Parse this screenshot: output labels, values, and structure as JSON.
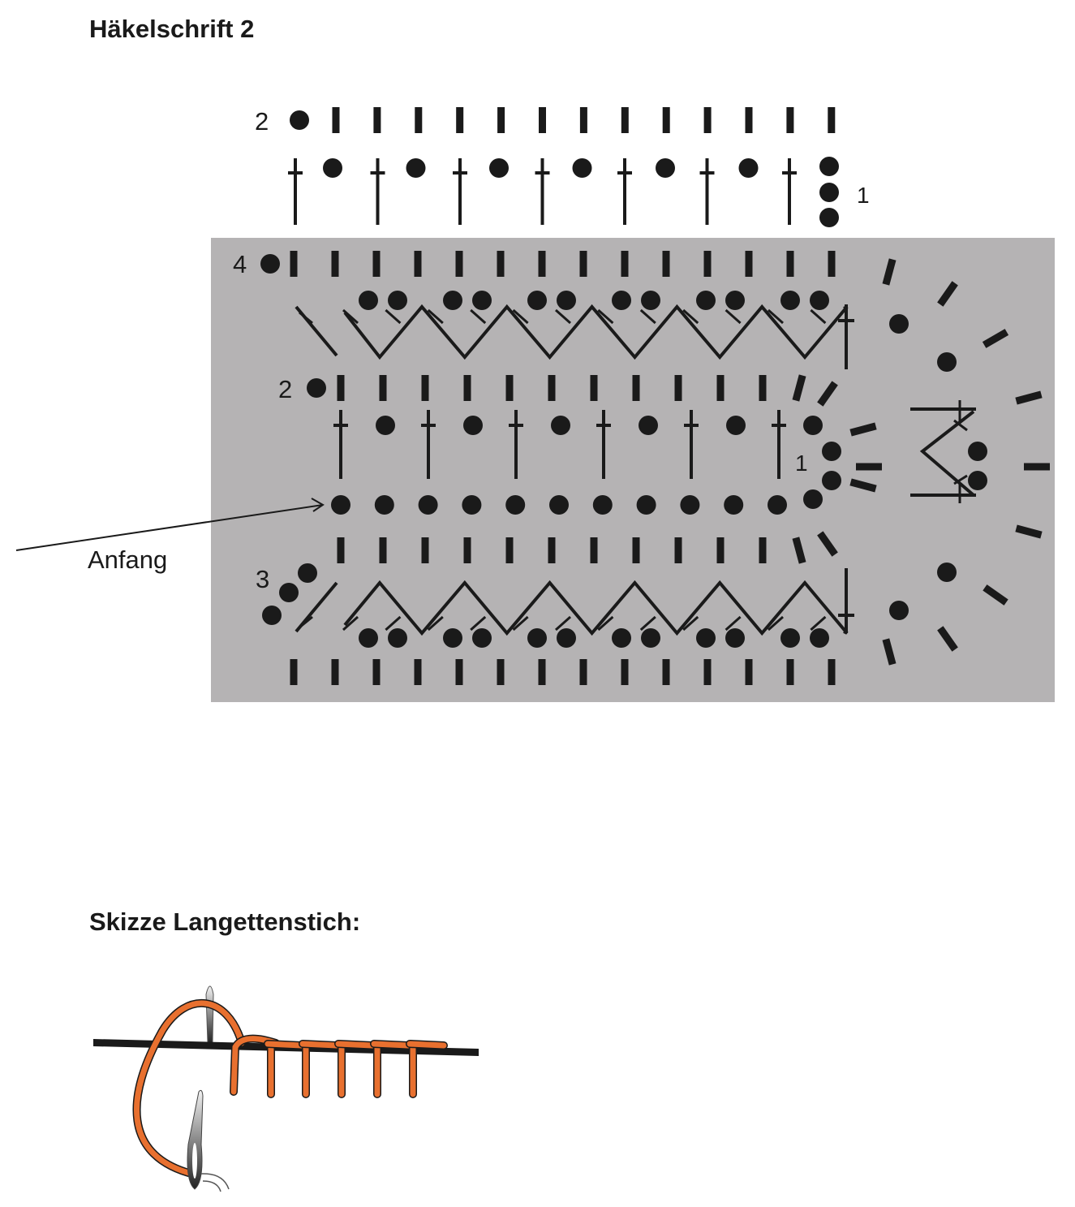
{
  "title": "Häkelschrift 2",
  "sketch_title": "Skizze Langettenstich:",
  "chart": {
    "start_label": "Anfang",
    "row_labels": {
      "top_row2": "2",
      "top_row1": "1",
      "row4": "4",
      "inner_row2": "2",
      "inner_row1": "1",
      "row3": "3"
    }
  },
  "colors": {
    "background_panel": "#b5b3b4",
    "symbol": "#1a1a1a",
    "thread": "#e8702f",
    "fabric_line": "#1a1a1a"
  }
}
